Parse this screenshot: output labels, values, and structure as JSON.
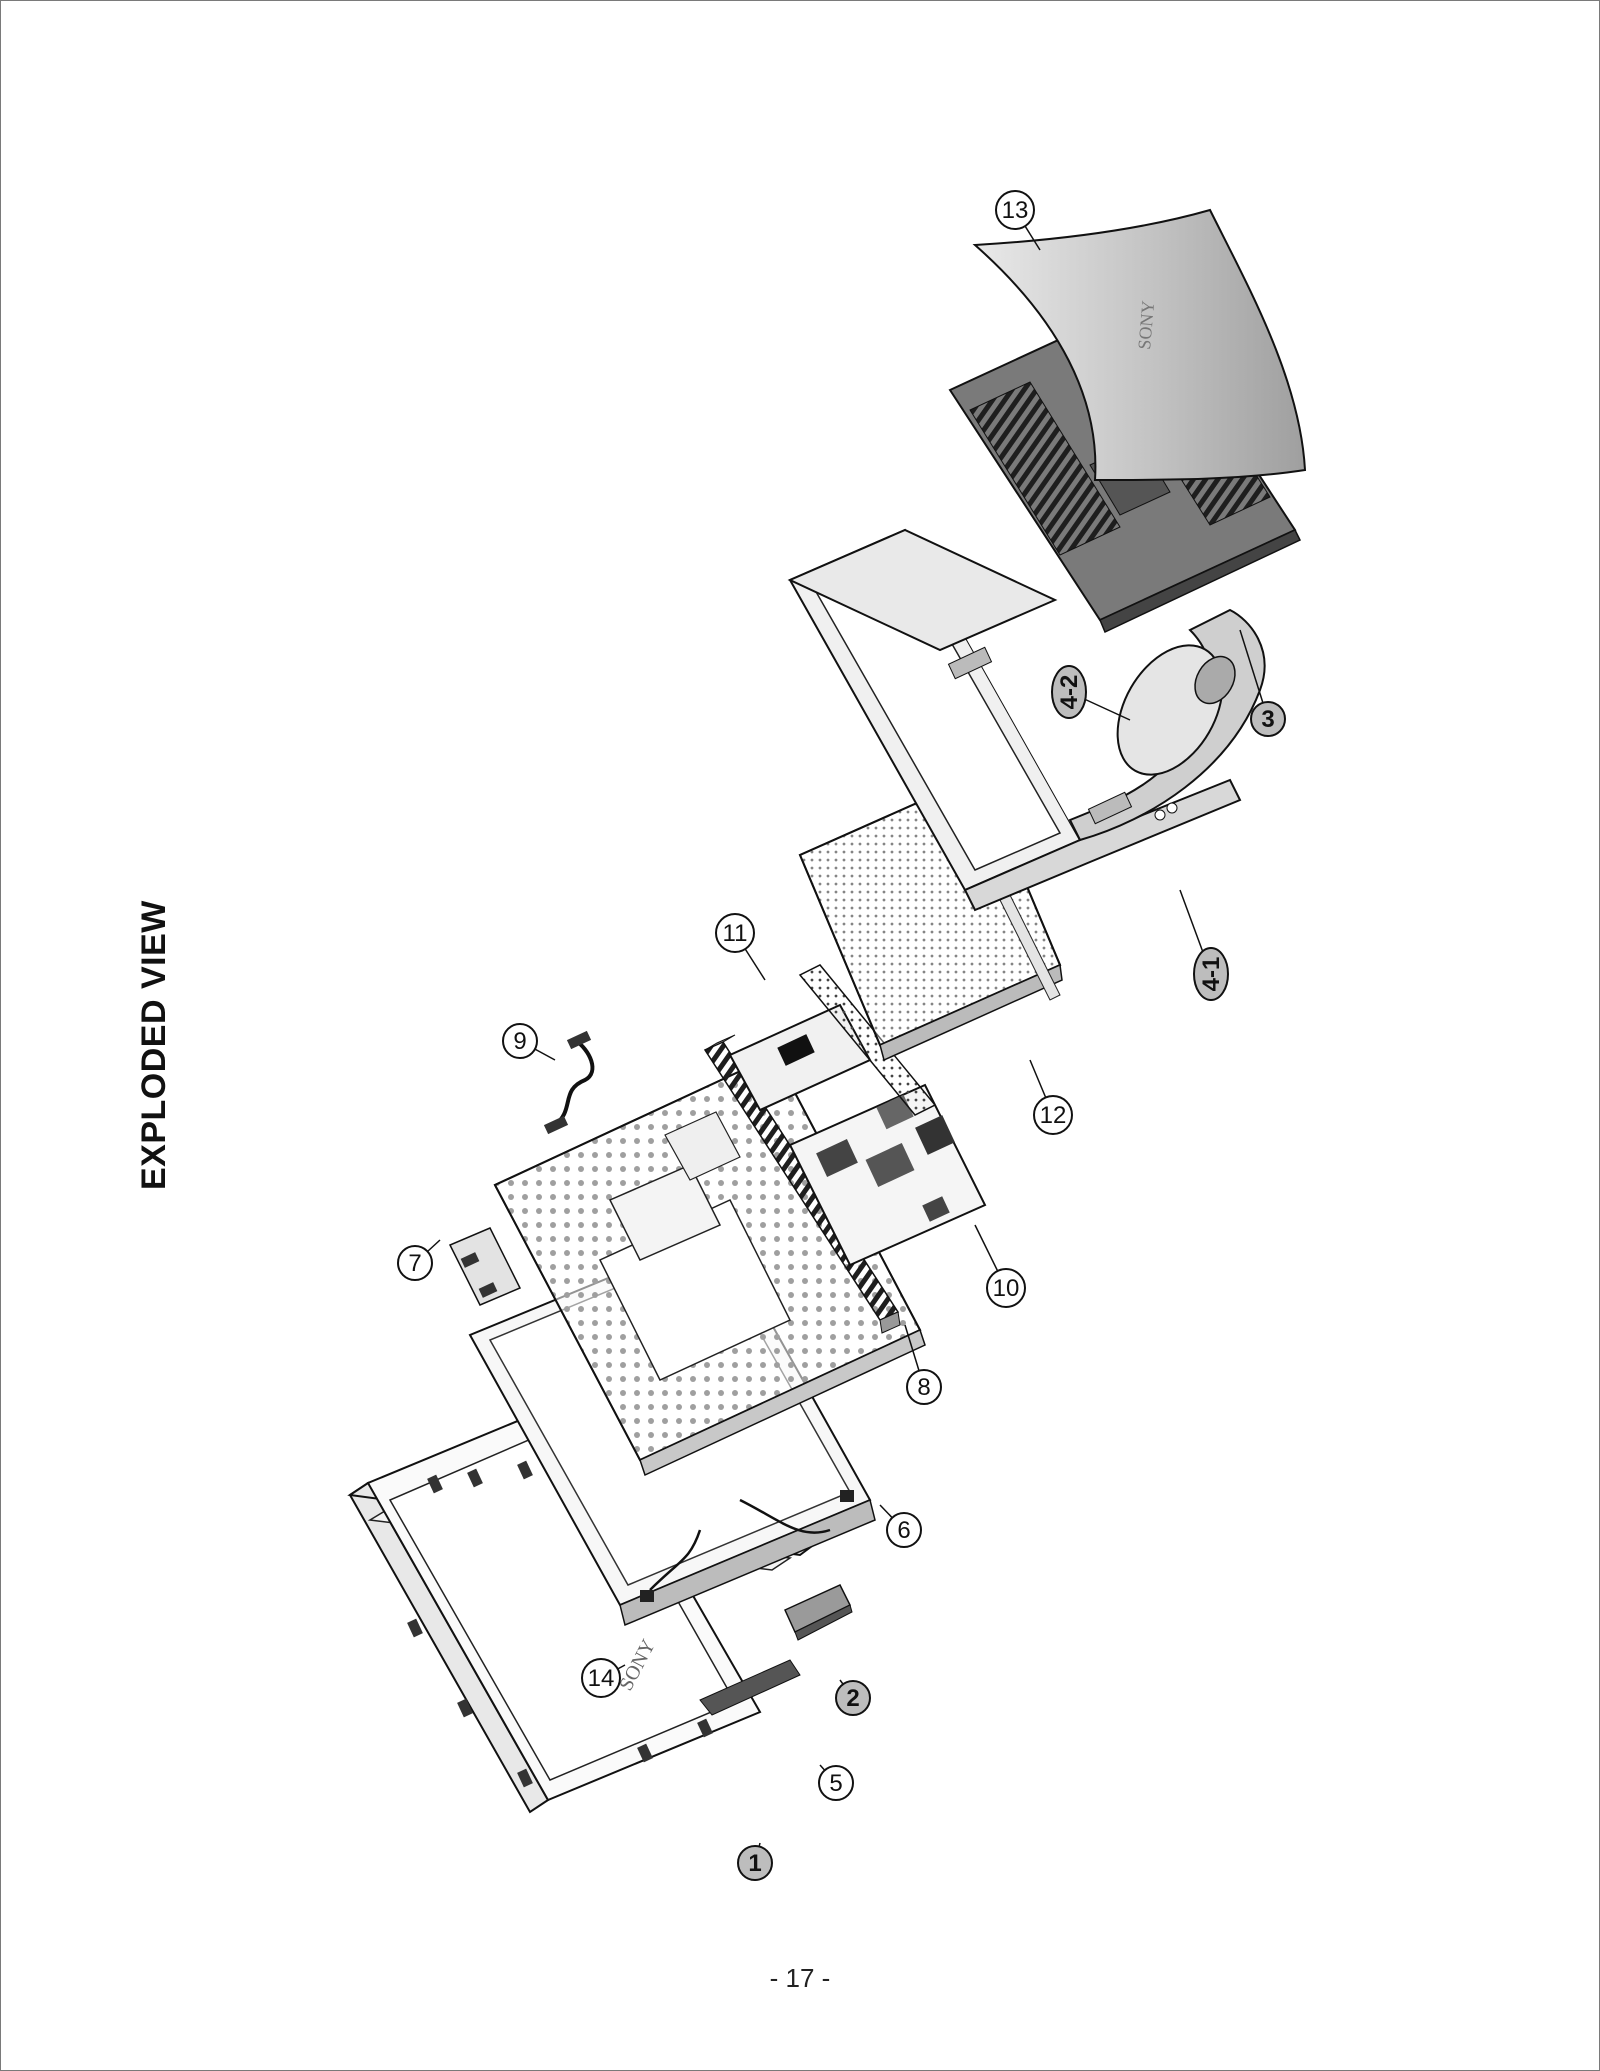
{
  "page": {
    "title": "EXPLODED VIEW",
    "page_number": "- 17 -"
  },
  "callouts": [
    {
      "id": "1",
      "label": "1",
      "style": "filled"
    },
    {
      "id": "2",
      "label": "2",
      "style": "filled"
    },
    {
      "id": "3",
      "label": "3",
      "style": "filled"
    },
    {
      "id": "4-1",
      "label": "4-1",
      "style": "filled"
    },
    {
      "id": "4-2",
      "label": "4-2",
      "style": "filled"
    },
    {
      "id": "5",
      "label": "5",
      "style": "outline"
    },
    {
      "id": "6",
      "label": "6",
      "style": "outline"
    },
    {
      "id": "7",
      "label": "7",
      "style": "outline"
    },
    {
      "id": "8",
      "label": "8",
      "style": "outline"
    },
    {
      "id": "9",
      "label": "9",
      "style": "outline"
    },
    {
      "id": "10",
      "label": "10",
      "style": "outline"
    },
    {
      "id": "11",
      "label": "11",
      "style": "outline"
    },
    {
      "id": "12",
      "label": "12",
      "style": "outline"
    },
    {
      "id": "13",
      "label": "13",
      "style": "outline"
    },
    {
      "id": "14",
      "label": "14",
      "style": "outline"
    }
  ],
  "logos": {
    "bezel_logo": "SONY",
    "back_cover_logo": "SONY"
  },
  "colors": {
    "line": "#1a1a1a",
    "filled_callout": "#bdbdbd",
    "part_light": "#e6e6e6",
    "part_mid": "#cfcfcf",
    "part_dark": "#6e6e6e",
    "cover": "#c9c9c9"
  }
}
